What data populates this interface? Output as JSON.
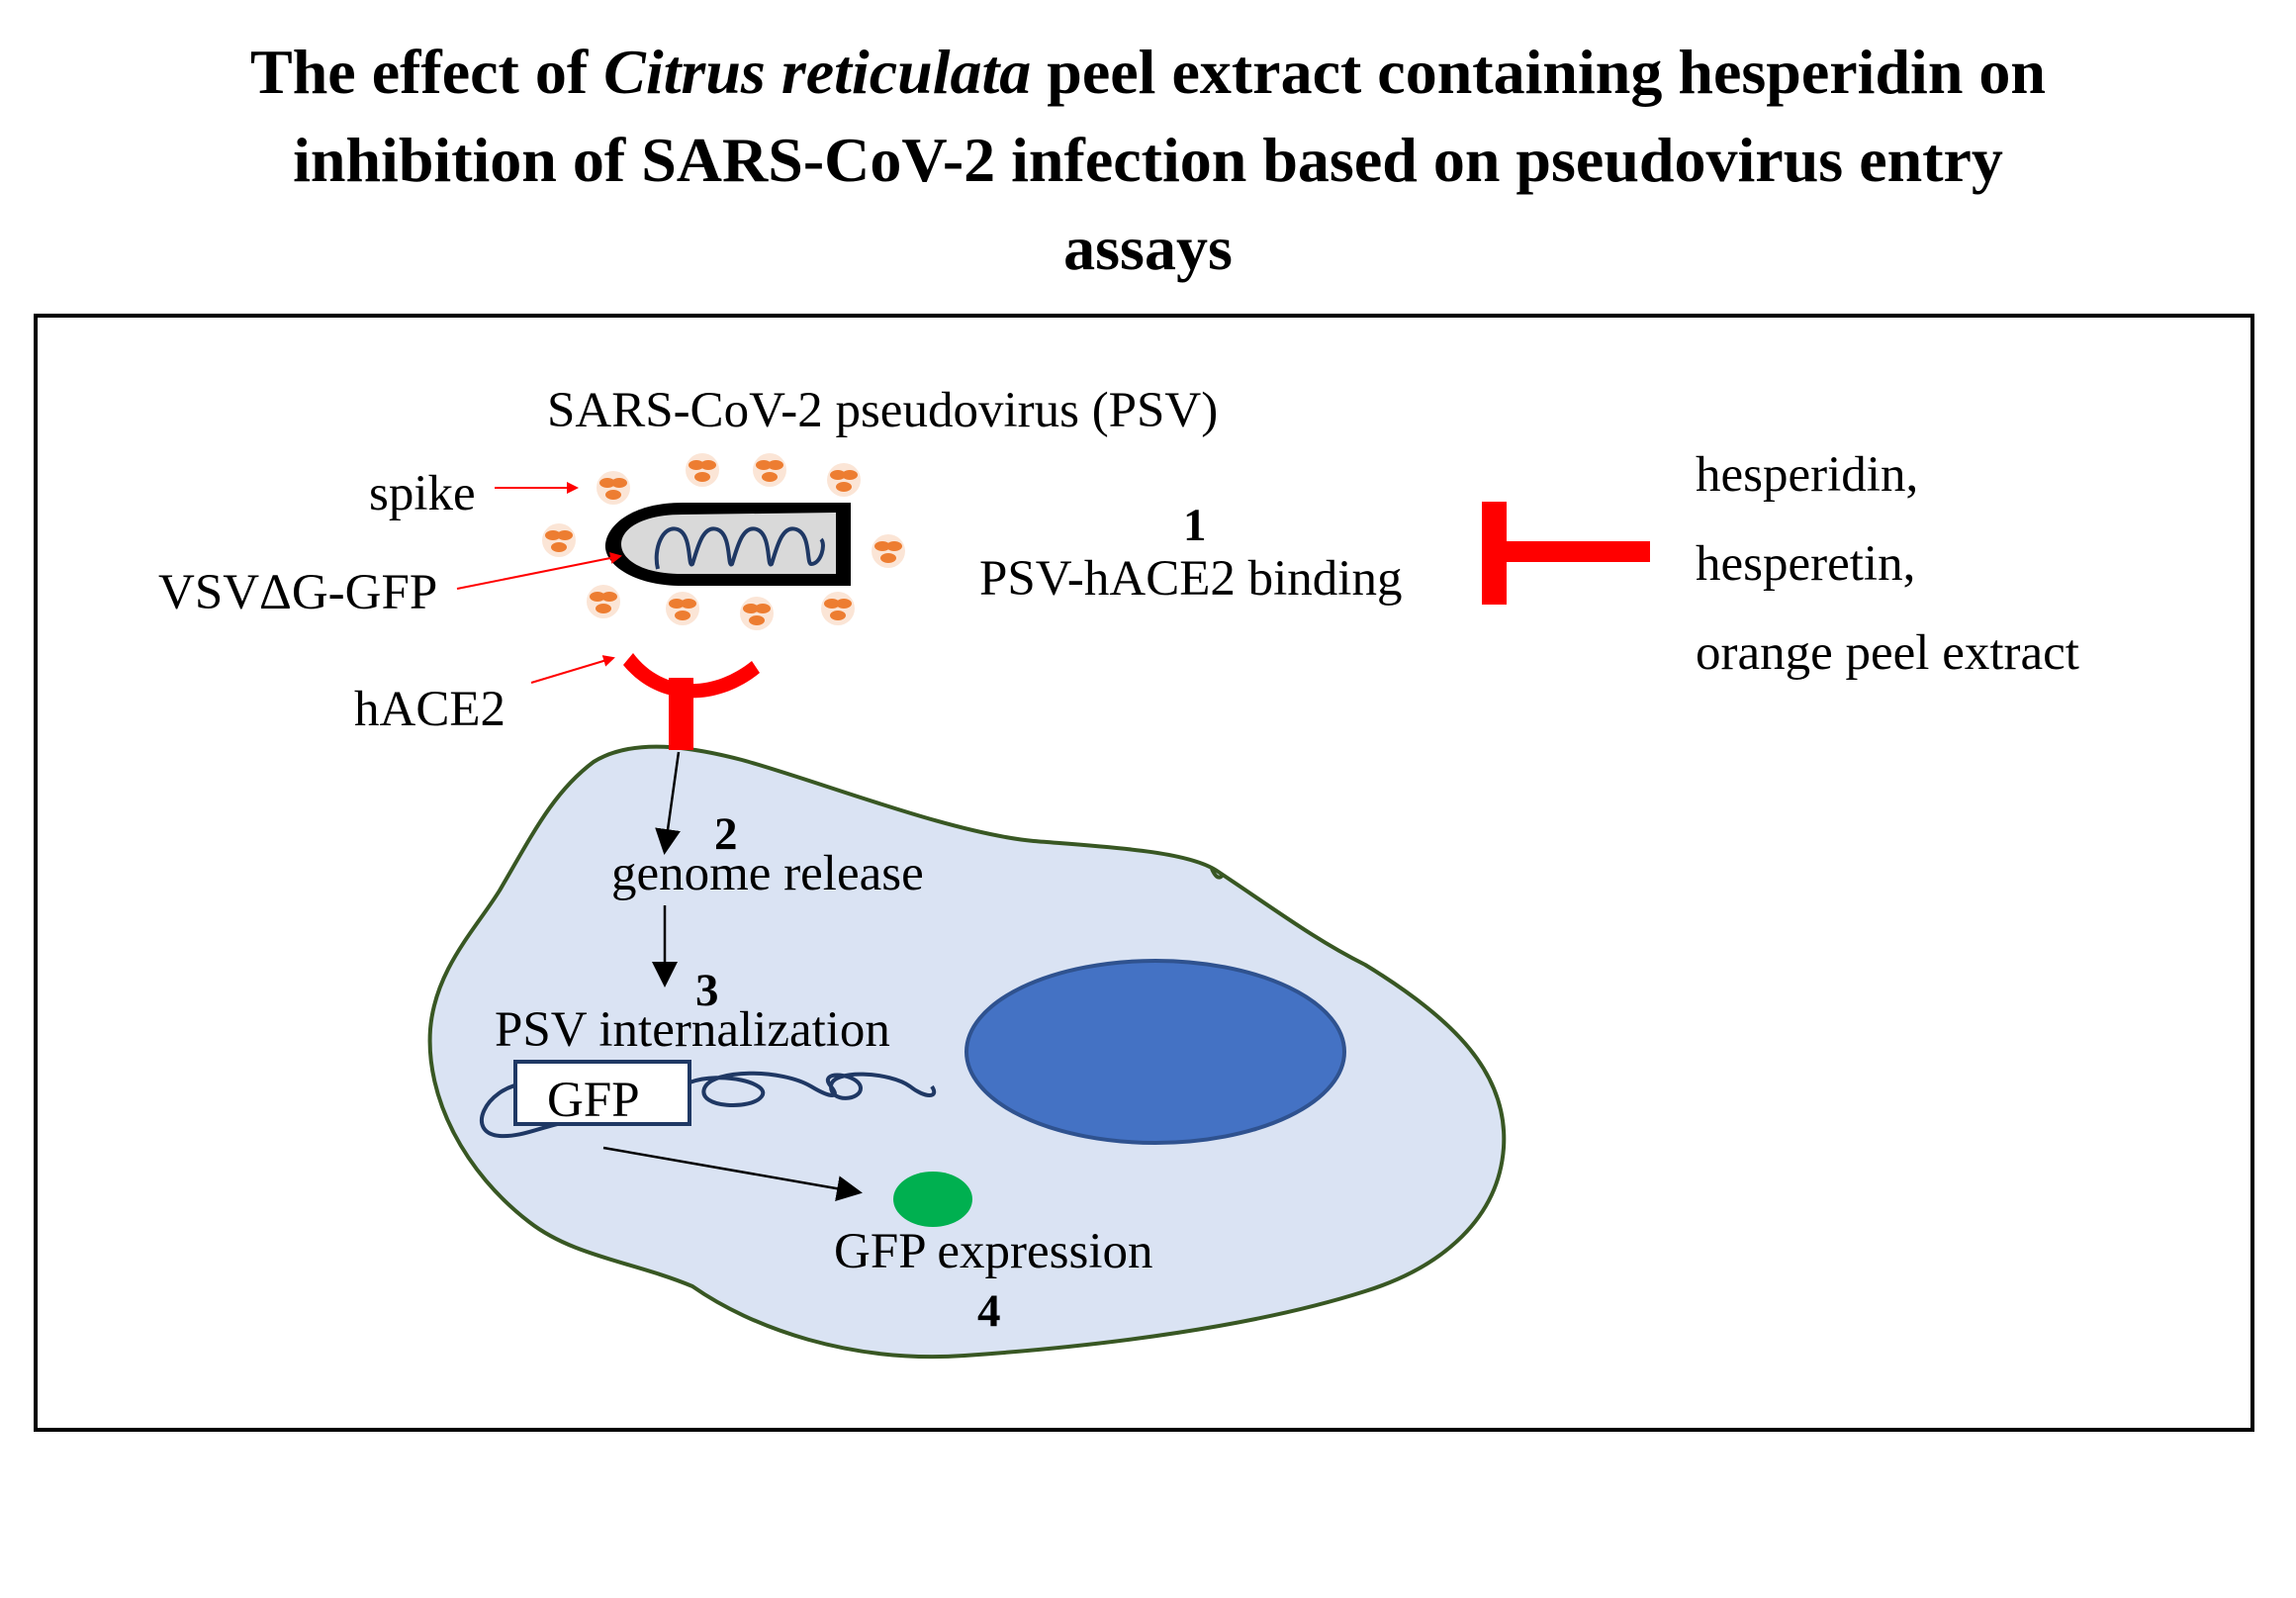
{
  "title": {
    "part1": "The effect of ",
    "part2_italic": "Citrus reticulata",
    "part3": " peel extract containing hesperidin on",
    "line2": "inhibition of SARS-CoV-2 infection based on pseudovirus entry",
    "line3": "assays"
  },
  "labels": {
    "psv": "SARS-CoV-2 pseudovirus (PSV)",
    "spike": "spike",
    "vsv": "VSVΔG-GFP",
    "hace2": "hACE2",
    "step1_num": "1",
    "step1": "PSV-hACE2 binding",
    "step2_num": "2",
    "step2": "genome release",
    "step3_num": "3",
    "step3": "PSV internalization",
    "gfp_box": "GFP",
    "step4": "GFP expression",
    "step4_num": "4",
    "inhibitor1": "hesperidin,",
    "inhibitor2": "hesperetin,",
    "inhibitor3": "orange peel extract"
  },
  "colors": {
    "receptor": "#ff0000",
    "cell_fill": "#dae3f3",
    "nucleus": "#4472c4",
    "gfp": "#00b050",
    "spike": "#ed7d31",
    "genome": "#1f3864"
  }
}
